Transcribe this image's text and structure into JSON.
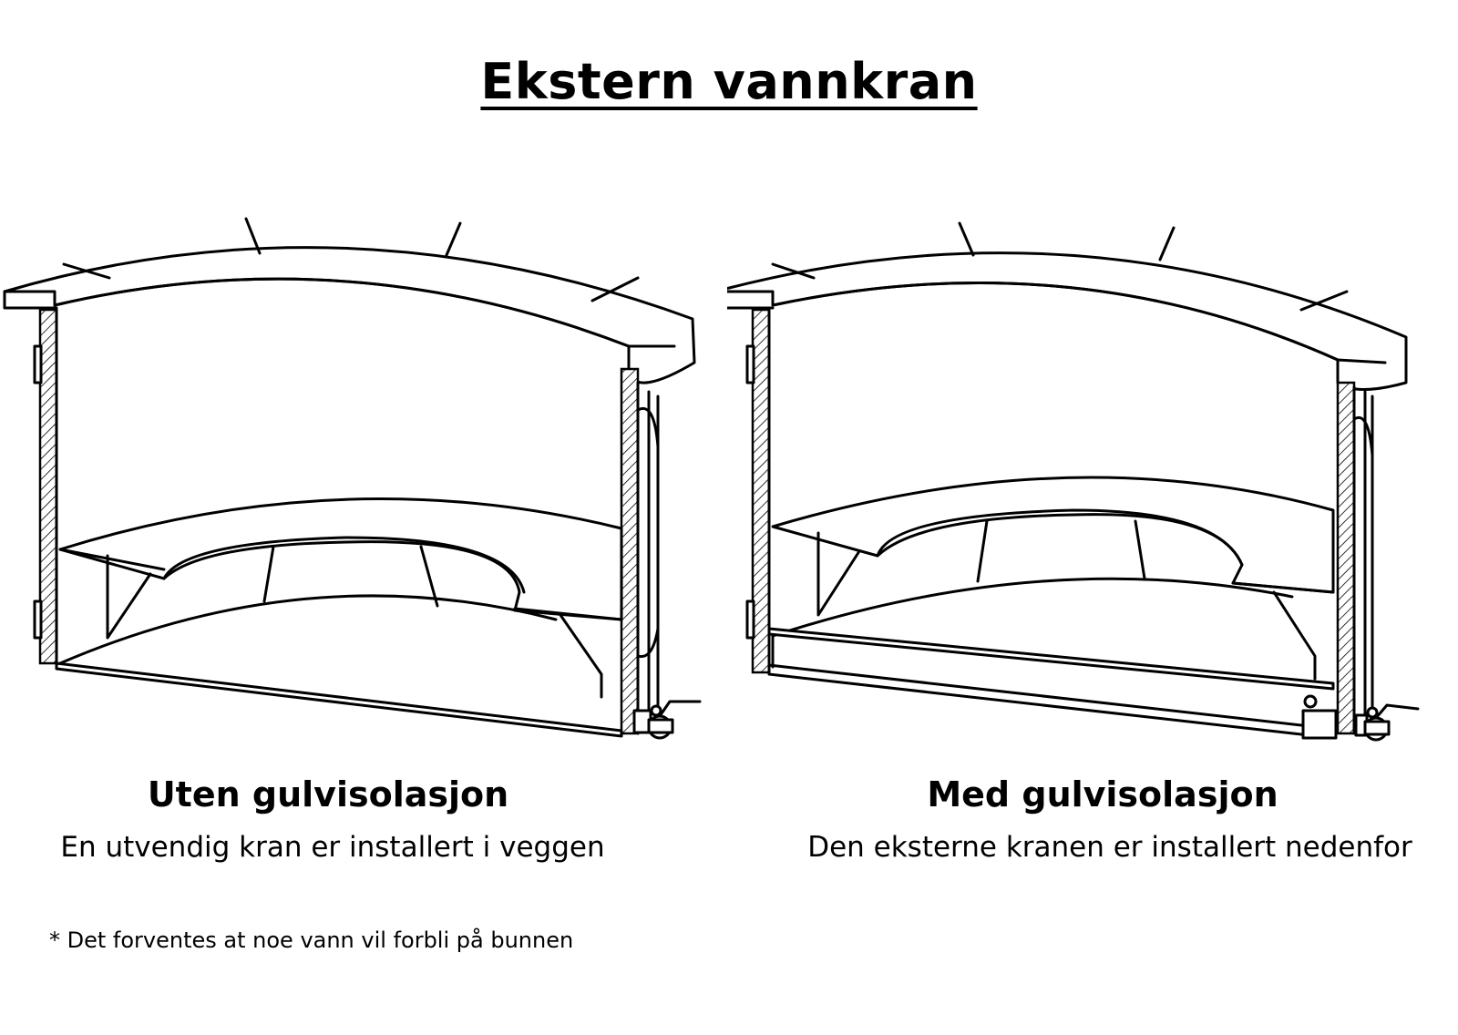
{
  "title": "Ekstern vannkran",
  "panels": [
    {
      "heading": "Uten gulvisolasjon",
      "description": "En utvendig kran er installert i veggen",
      "floor_insulation": false
    },
    {
      "heading": "Med gulvisolasjon",
      "description": "Den eksterne kranen er installert nedenfor",
      "floor_insulation": true
    }
  ],
  "footnote": "* Det forventes at noe vann vil forbli på bunnen",
  "colors": {
    "line": "#000000",
    "background": "#ffffff"
  },
  "icons": [
    "hot-tub-cutaway-drawing",
    "ball-valve-icon"
  ]
}
